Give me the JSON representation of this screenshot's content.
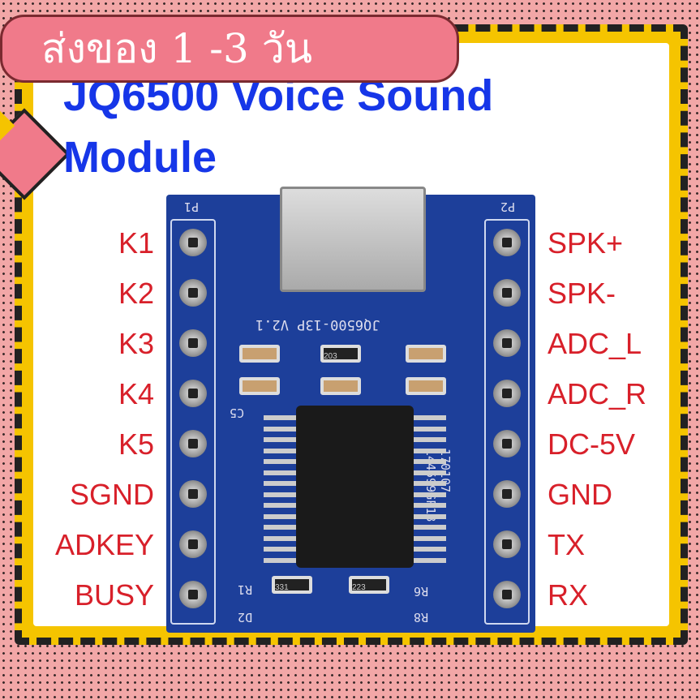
{
  "banner": {
    "text": "ส่งของ 1 -3 วัน"
  },
  "title": {
    "text": "JQ6500 Voice Sound Module"
  },
  "pcb": {
    "silkscreen": {
      "p1": "P1",
      "p2": "P2",
      "model": "JQ6500-13P V2.1",
      "c5": "C5",
      "r1": "R1",
      "d2": "D2",
      "r6": "R6",
      "r8": "R8",
      "chip_code": "170107 144599GP18",
      "res1": "203",
      "res2": "331",
      "res3": "223"
    }
  },
  "left_pins": [
    "K1",
    "K2",
    "K3",
    "K4",
    "K5",
    "SGND",
    "ADKEY",
    "BUSY"
  ],
  "right_pins": [
    "SPK+",
    "SPK-",
    "ADC_L",
    "ADC_R",
    "DC-5V",
    "GND",
    "TX",
    "RX"
  ],
  "colors": {
    "title": "#1636e8",
    "labels": "#d8202a",
    "pcb": "#1d3f9a",
    "banner": "#f07a8a"
  }
}
